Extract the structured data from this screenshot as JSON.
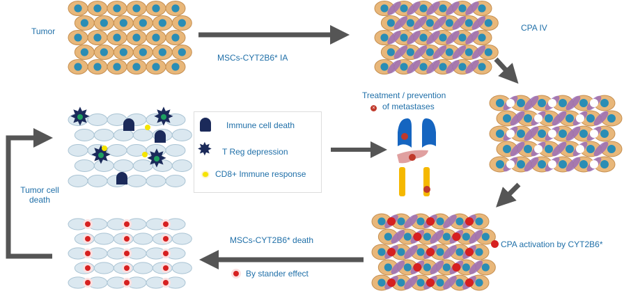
{
  "labels": {
    "tumor": "Tumor",
    "step1": "MSCs-CYT2B6* IA",
    "step2": "CPA IV",
    "cpa_activation": "CPA activation by CYT2B6*",
    "msc_death": "MSCs-CYT2B6* death",
    "bystander": "By stander effect",
    "tumor_cell_death": "Tumor cell death",
    "treatment_line1": "Treatment / prevention",
    "treatment_line2": "of metastases"
  },
  "legend": {
    "items": [
      {
        "icon": "ghost-icon",
        "label": "Immune cell death"
      },
      {
        "icon": "star-cell-icon",
        "label": "T Reg depression"
      },
      {
        "icon": "yellow-dot-icon",
        "label": "CD8+ Immune response"
      }
    ]
  },
  "colors": {
    "text": "#1f6fa8",
    "arrow": "#555555",
    "tumor_cell": "#e8b77a",
    "nucleus": "#2a8db5",
    "msc": "#9b6fb7",
    "cpa": "#d62020",
    "dead_cell": "#dbe8f0",
    "treg": "#1b2a5a",
    "organ_lung": "#1565c0",
    "organ_liver": "#e0a0a0",
    "organ_bone": "#f5b800"
  }
}
